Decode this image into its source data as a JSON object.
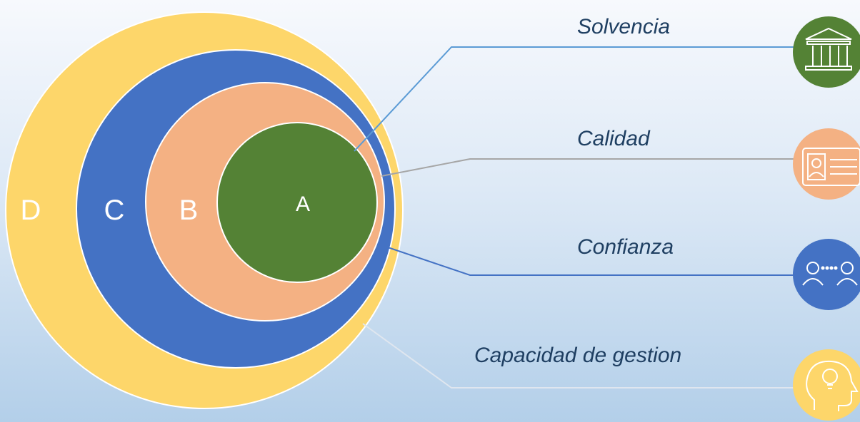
{
  "rings": [
    {
      "letter": "D",
      "color": "#fdd66a"
    },
    {
      "letter": "C",
      "color": "#4472c4"
    },
    {
      "letter": "B",
      "color": "#f4b183"
    },
    {
      "letter": "A",
      "color": "#548235"
    }
  ],
  "labels": [
    {
      "text": "Solvencia",
      "icon": "bank-icon",
      "color": "#548235"
    },
    {
      "text": "Calidad",
      "icon": "id-card-icon",
      "color": "#f4b183"
    },
    {
      "text": "Confianza",
      "icon": "people-chat-icon",
      "color": "#4472c4"
    },
    {
      "text": "Capacidad de gestion",
      "icon": "head-lightbulb-icon",
      "color": "#fdd66a"
    }
  ]
}
